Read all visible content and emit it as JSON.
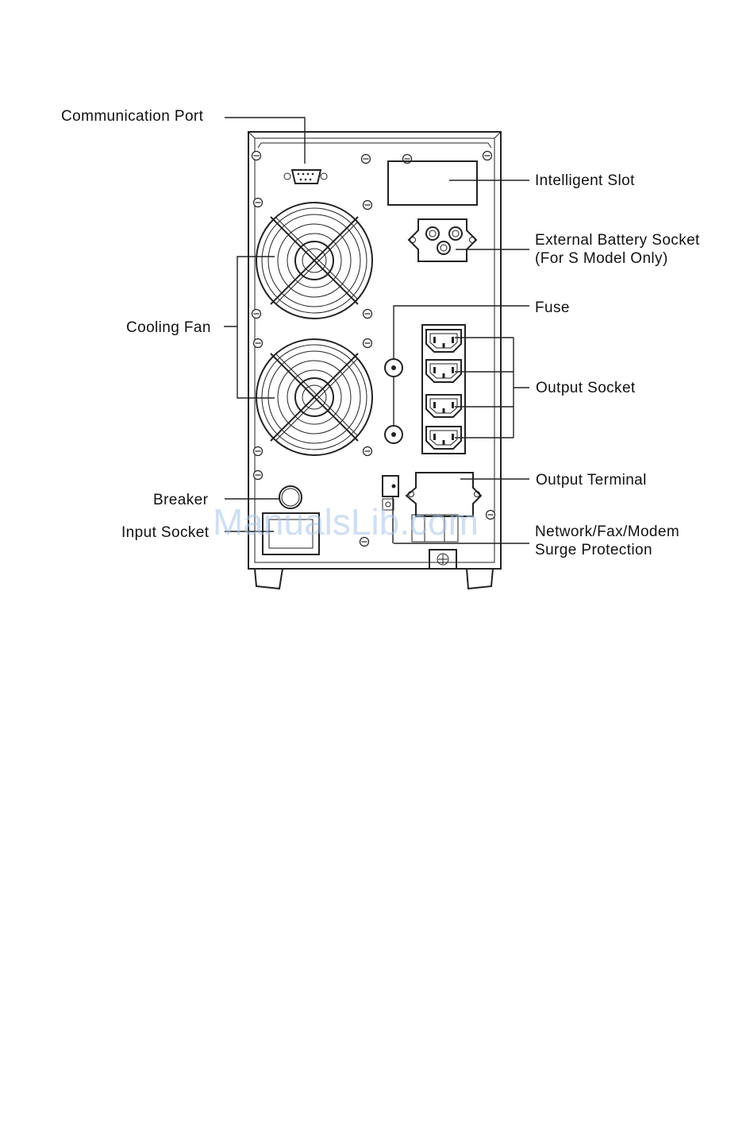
{
  "labels": {
    "communication_port": "Communication Port",
    "intelligent_slot": "Intelligent Slot",
    "external_battery_line1": "External Battery Socket",
    "external_battery_line2": "(For S Model Only)",
    "fuse": "Fuse",
    "cooling_fan": "Cooling Fan",
    "output_socket": "Output Socket",
    "output_terminal": "Output Terminal",
    "breaker": "Breaker",
    "input_socket": "Input Socket",
    "network_line1": "Network/Fax/Modem",
    "network_line2": "Surge Protection"
  },
  "watermark": "ManualsLib.com",
  "colors": {
    "ink": "#222222",
    "watermark": "#a9c6ea"
  }
}
